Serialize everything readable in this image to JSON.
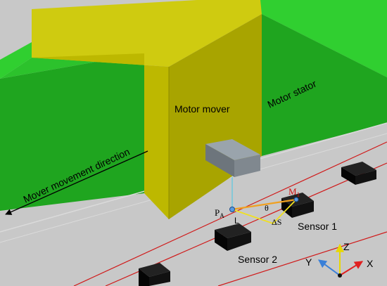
{
  "labels": {
    "motor_mover": "Motor mover",
    "motor_stator": "Motor stator",
    "mover_direction": "Mover movement direction",
    "sensor_1": "Sensor 1",
    "sensor_2": "Sensor 2",
    "point_pa_main": "P",
    "point_pa_sub": "A",
    "point_m_main": "M",
    "point_m_sub": "1",
    "length_l": "L",
    "delta_s": "ΔS",
    "theta": "θ",
    "axis_x": "X",
    "axis_y": "Y",
    "axis_z": "Z"
  },
  "colors": {
    "background": "#c8c8c8",
    "stator_front": "#1fa51f",
    "stator_top": "#30cf30",
    "mover_front": "#a8a400",
    "mover_side": "#bdb800",
    "mover_top": "#cfcb10",
    "rail_line": "#d01818",
    "guide_line": "#d8d8d8",
    "sensor_top": "#222222",
    "sensor_side": "#050505",
    "probe_top": "#9aa4ac",
    "probe_front": "#6d757c",
    "probe_side": "#80888f",
    "vertical_line": "#6fc8dc",
    "orange_line": "#f0a020",
    "yellow_line": "#f0e020",
    "point_blue": "#5a9ae0",
    "axis_x": "#e02020",
    "axis_y": "#3a80d8",
    "axis_z": "#e8d800",
    "m1_label": "#d01010"
  }
}
